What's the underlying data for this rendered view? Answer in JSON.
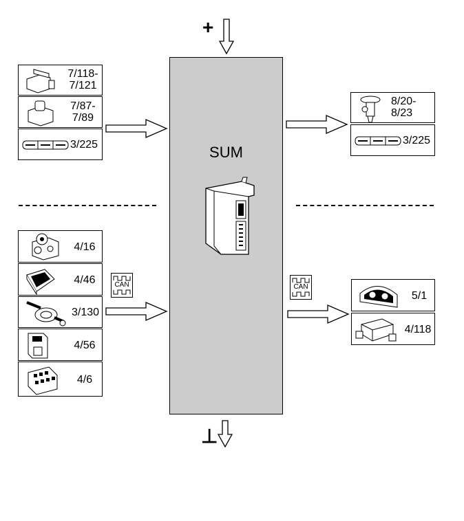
{
  "module": {
    "name": "SUM"
  },
  "power": {
    "plus_symbol": "+",
    "ground_symbol": "⊥"
  },
  "can_label": "CAN",
  "inputs_top": [
    {
      "id": "sensor-7-118",
      "label": "7/118-\n7/121",
      "icon": "sensor-icon"
    },
    {
      "id": "sensor-7-87",
      "label": "7/87-\n7/89",
      "icon": "sensor-icon"
    },
    {
      "id": "switch-3-225-left",
      "label": "3/225",
      "icon": "switch-panel-icon"
    }
  ],
  "outputs_top": [
    {
      "id": "valve-8-20",
      "label": "8/20-\n8/23",
      "icon": "valve-icon"
    },
    {
      "id": "switch-3-225-right",
      "label": "3/225",
      "icon": "switch-panel-icon"
    }
  ],
  "inputs_can": [
    {
      "id": "unit-4-16",
      "label": "4/16",
      "icon": "abs-unit-icon"
    },
    {
      "id": "unit-4-46",
      "label": "4/46",
      "icon": "control-unit-icon"
    },
    {
      "id": "unit-3-130",
      "label": "3/130",
      "icon": "steering-switch-icon"
    },
    {
      "id": "unit-4-56",
      "label": "4/56",
      "icon": "control-unit-icon"
    },
    {
      "id": "unit-4-6",
      "label": "4/6",
      "icon": "control-unit-icon"
    }
  ],
  "outputs_can": [
    {
      "id": "unit-5-1",
      "label": "5/1",
      "icon": "instrument-cluster-icon"
    },
    {
      "id": "unit-4-118",
      "label": "4/118",
      "icon": "control-unit-icon"
    }
  ]
}
